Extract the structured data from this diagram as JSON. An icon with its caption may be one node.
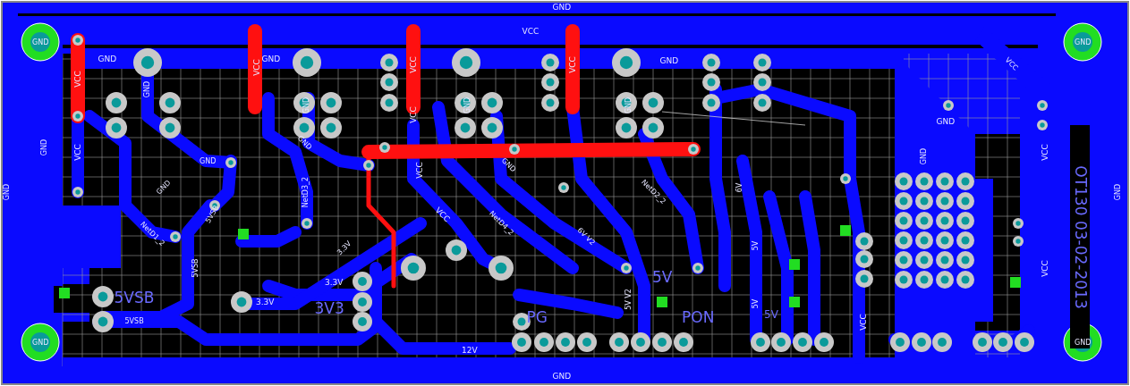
{
  "diagram": {
    "labels": [
      "GND",
      "VCC",
      "GND",
      "GND",
      "GND",
      "VCC",
      "VCC",
      "VCC",
      "VCC",
      "GND",
      "GND",
      "VCC",
      "GND",
      "GND",
      "VCC",
      "VCC",
      "GND",
      "GND",
      "NetD1_2",
      "5VSB",
      "5VSB",
      "NetD3_2",
      "3.3V",
      "3.3V",
      "3.3V",
      "5VSB",
      "5VSB",
      "3V3",
      "VCC",
      "NetD4_2",
      "6V V2",
      "NetD2_2",
      "12V",
      "PG",
      "5V",
      "5V V2",
      "PON",
      "5V",
      "5V",
      "6V",
      "5V",
      "VCC",
      "OT130 03-02-2013",
      "VCC",
      "GND",
      "GND",
      "GND",
      "GND",
      "GND",
      "GND",
      "GND",
      "GND",
      "GND",
      "GND",
      "GND",
      "VCC",
      "VCC",
      "GND"
    ]
  }
}
